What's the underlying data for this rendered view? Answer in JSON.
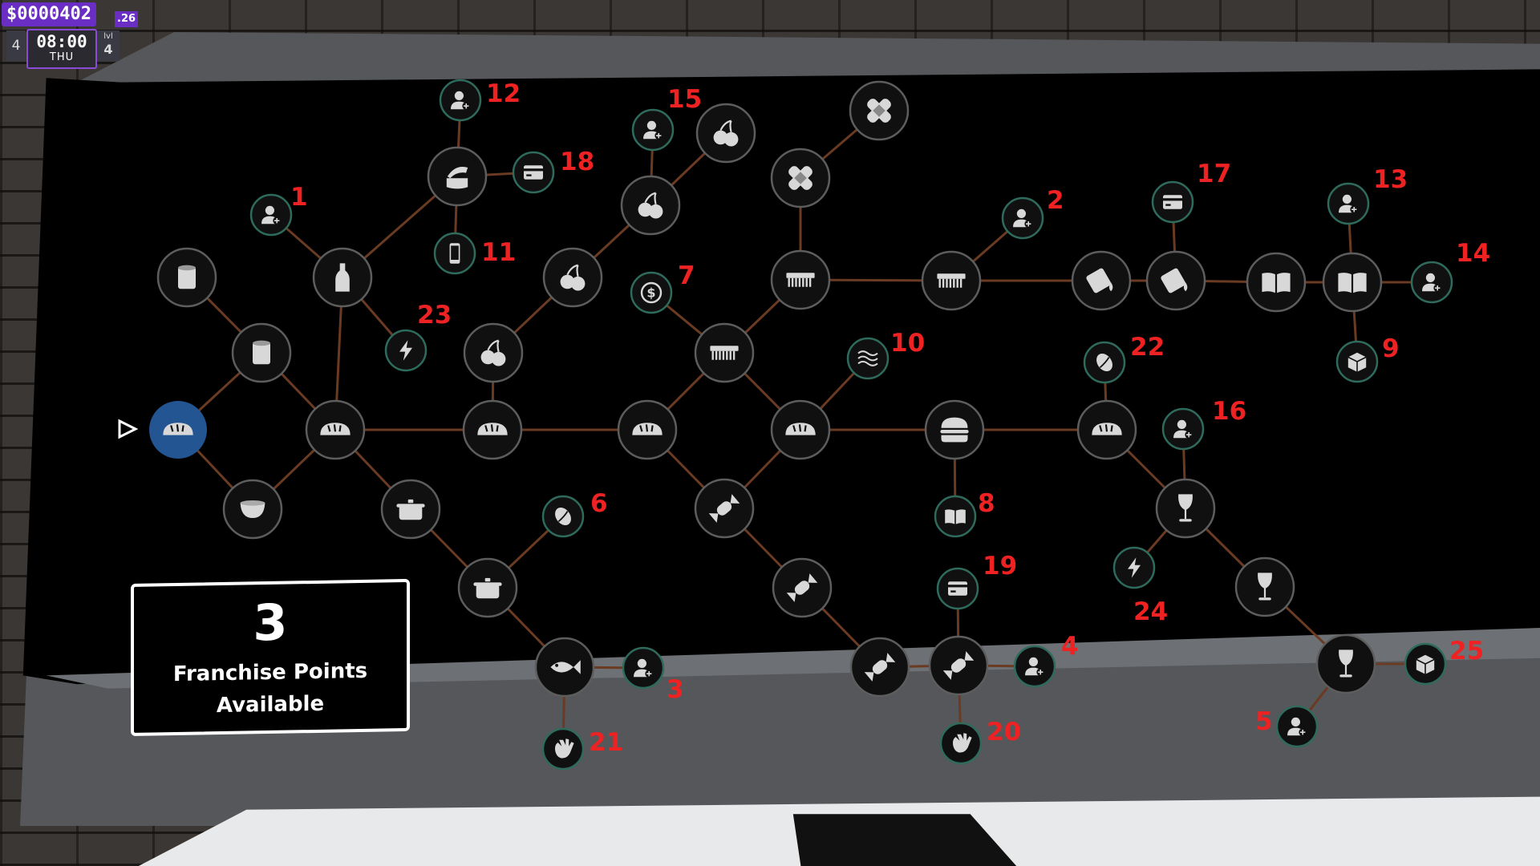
{
  "hud": {
    "money": "$0000402",
    "cents": ".26",
    "day": "4",
    "time": "08:00",
    "day_of_week": "THU",
    "level_label": "lvl",
    "level": "4"
  },
  "franchise": {
    "points": "3",
    "label": "Franchise Points Available"
  },
  "graph": {
    "nodes": [
      {
        "id": "start",
        "icon": "bread-icon",
        "kind": "start"
      },
      {
        "id": "n-cup",
        "icon": "cup-icon",
        "kind": "big"
      },
      {
        "id": "n-can1",
        "icon": "can-icon",
        "kind": "big"
      },
      {
        "id": "n-can2",
        "icon": "can-icon",
        "kind": "big"
      },
      {
        "id": "n-bottle",
        "icon": "bottle-icon",
        "kind": "big"
      },
      {
        "id": "n-canopen",
        "icon": "can-opener-icon",
        "kind": "big"
      },
      {
        "id": "n-bread2",
        "icon": "bread-icon",
        "kind": "big"
      },
      {
        "id": "n-pot1",
        "icon": "pot-icon",
        "kind": "big"
      },
      {
        "id": "n-pot2",
        "icon": "pot-icon",
        "kind": "big"
      },
      {
        "id": "n-fish",
        "icon": "fish-icon",
        "kind": "big"
      },
      {
        "id": "n-bread3",
        "icon": "bread-icon",
        "kind": "big"
      },
      {
        "id": "n-cherry1",
        "icon": "cherry-icon",
        "kind": "big"
      },
      {
        "id": "n-cherry2",
        "icon": "cherry-icon",
        "kind": "big"
      },
      {
        "id": "n-cherry3",
        "icon": "cherry-icon",
        "kind": "big"
      },
      {
        "id": "n-cherry4",
        "icon": "cherry-icon",
        "kind": "big"
      },
      {
        "id": "n-bread4",
        "icon": "bread-icon",
        "kind": "big"
      },
      {
        "id": "n-comb1",
        "icon": "comb-icon",
        "kind": "big"
      },
      {
        "id": "n-comb2",
        "icon": "comb-icon",
        "kind": "big"
      },
      {
        "id": "n-bandage1",
        "icon": "bandage-icon",
        "kind": "big"
      },
      {
        "id": "n-bandage2",
        "icon": "bandage-icon",
        "kind": "big"
      },
      {
        "id": "n-bread5",
        "icon": "bread-icon",
        "kind": "big"
      },
      {
        "id": "n-candy1",
        "icon": "candy-icon",
        "kind": "big"
      },
      {
        "id": "n-candy2",
        "icon": "candy-icon",
        "kind": "big"
      },
      {
        "id": "n-candy3",
        "icon": "candy-icon",
        "kind": "big"
      },
      {
        "id": "n-candy4",
        "icon": "candy-icon",
        "kind": "big"
      },
      {
        "id": "n-burger",
        "icon": "burger-icon",
        "kind": "big"
      },
      {
        "id": "n-comb3",
        "icon": "comb-icon",
        "kind": "big"
      },
      {
        "id": "n-soap1",
        "icon": "soap-icon",
        "kind": "big"
      },
      {
        "id": "n-soap2",
        "icon": "soap-icon",
        "kind": "big"
      },
      {
        "id": "n-book1",
        "icon": "book-icon",
        "kind": "big"
      },
      {
        "id": "n-book2",
        "icon": "book-icon",
        "kind": "big"
      },
      {
        "id": "n-bread6",
        "icon": "bread-icon",
        "kind": "big"
      },
      {
        "id": "n-wine1",
        "icon": "wine-icon",
        "kind": "big"
      },
      {
        "id": "n-wine2",
        "icon": "wine-icon",
        "kind": "big"
      },
      {
        "id": "n-wine3",
        "icon": "wine-icon",
        "kind": "big"
      },
      {
        "id": "u1",
        "icon": "person-add-icon",
        "kind": "small",
        "label": "1"
      },
      {
        "id": "u2",
        "icon": "person-add-icon",
        "kind": "small",
        "label": "2"
      },
      {
        "id": "u3",
        "icon": "person-add-icon",
        "kind": "small",
        "label": "3"
      },
      {
        "id": "u4",
        "icon": "person-add-icon",
        "kind": "small",
        "label": "4"
      },
      {
        "id": "u5",
        "icon": "person-add-icon",
        "kind": "small",
        "label": "5"
      },
      {
        "id": "u6",
        "icon": "coffee-bean-icon",
        "kind": "small",
        "label": "6"
      },
      {
        "id": "u7",
        "icon": "dollar-coin-icon",
        "kind": "small",
        "label": "7"
      },
      {
        "id": "u8",
        "icon": "book-icon",
        "kind": "small",
        "label": "8"
      },
      {
        "id": "u9",
        "icon": "box-icon",
        "kind": "small",
        "label": "9"
      },
      {
        "id": "u10",
        "icon": "waves-icon",
        "kind": "small",
        "label": "10"
      },
      {
        "id": "u11",
        "icon": "phone-icon",
        "kind": "small",
        "label": "11"
      },
      {
        "id": "u12",
        "icon": "person-add-icon",
        "kind": "small",
        "label": "12"
      },
      {
        "id": "u13",
        "icon": "person-add-icon",
        "kind": "small",
        "label": "13"
      },
      {
        "id": "u14",
        "icon": "person-add-icon",
        "kind": "small",
        "label": "14"
      },
      {
        "id": "u15",
        "icon": "person-add-icon",
        "kind": "small",
        "label": "15"
      },
      {
        "id": "u16",
        "icon": "person-add-icon",
        "kind": "small",
        "label": "16"
      },
      {
        "id": "u17",
        "icon": "card-reader-icon",
        "kind": "small",
        "label": "17"
      },
      {
        "id": "u18",
        "icon": "card-reader-icon",
        "kind": "small",
        "label": "18"
      },
      {
        "id": "u19",
        "icon": "card-reader-icon",
        "kind": "small",
        "label": "19"
      },
      {
        "id": "u20",
        "icon": "glove-icon",
        "kind": "small",
        "label": "20"
      },
      {
        "id": "u21",
        "icon": "glove-icon",
        "kind": "small",
        "label": "21"
      },
      {
        "id": "u22",
        "icon": "coffee-bean-icon",
        "kind": "small",
        "label": "22"
      },
      {
        "id": "u23",
        "icon": "lightning-icon",
        "kind": "small",
        "label": "23"
      },
      {
        "id": "u24",
        "icon": "lightning-icon",
        "kind": "small",
        "label": "24"
      },
      {
        "id": "u25",
        "icon": "box-icon",
        "kind": "small",
        "label": "25"
      }
    ],
    "edges": [
      [
        "start",
        "n-can2"
      ],
      [
        "start",
        "n-cup"
      ],
      [
        "n-can2",
        "n-can1"
      ],
      [
        "n-can2",
        "n-bread2"
      ],
      [
        "n-cup",
        "n-bread2"
      ],
      [
        "n-bread2",
        "n-bottle"
      ],
      [
        "n-bottle",
        "u1"
      ],
      [
        "n-bottle",
        "n-canopen"
      ],
      [
        "n-bottle",
        "u23"
      ],
      [
        "n-canopen",
        "u12"
      ],
      [
        "n-canopen",
        "u18"
      ],
      [
        "n-canopen",
        "u11"
      ],
      [
        "n-bread2",
        "n-pot1"
      ],
      [
        "n-bread2",
        "n-bread3"
      ],
      [
        "n-pot1",
        "n-pot2"
      ],
      [
        "n-pot2",
        "u6"
      ],
      [
        "n-pot2",
        "n-fish"
      ],
      [
        "n-fish",
        "u3"
      ],
      [
        "n-fish",
        "u21"
      ],
      [
        "n-bread3",
        "n-cherry1"
      ],
      [
        "n-cherry1",
        "n-cherry2"
      ],
      [
        "n-cherry2",
        "n-cherry3"
      ],
      [
        "n-cherry3",
        "u15"
      ],
      [
        "n-cherry3",
        "n-cherry4"
      ],
      [
        "n-bread3",
        "n-bread4"
      ],
      [
        "n-bread4",
        "n-comb1"
      ],
      [
        "n-comb1",
        "u7"
      ],
      [
        "n-comb1",
        "n-comb2"
      ],
      [
        "n-comb2",
        "n-bandage1"
      ],
      [
        "n-bandage1",
        "n-bandage2"
      ],
      [
        "n-comb2",
        "n-comb3"
      ],
      [
        "n-comb3",
        "u2"
      ],
      [
        "n-comb3",
        "n-soap1"
      ],
      [
        "n-soap1",
        "n-soap2"
      ],
      [
        "n-soap2",
        "u17"
      ],
      [
        "n-soap2",
        "n-book1"
      ],
      [
        "n-book1",
        "n-book2"
      ],
      [
        "n-book2",
        "u13"
      ],
      [
        "n-book2",
        "u14"
      ],
      [
        "n-book2",
        "u9"
      ],
      [
        "n-comb1",
        "n-bread5"
      ],
      [
        "n-bread5",
        "u10"
      ],
      [
        "n-bread4",
        "n-candy1"
      ],
      [
        "n-candy1",
        "n-bread5"
      ],
      [
        "n-candy1",
        "n-candy2"
      ],
      [
        "n-candy2",
        "n-candy3"
      ],
      [
        "n-candy3",
        "n-candy4"
      ],
      [
        "n-candy4",
        "u19"
      ],
      [
        "n-candy4",
        "u4"
      ],
      [
        "n-candy4",
        "u20"
      ],
      [
        "n-bread5",
        "n-burger"
      ],
      [
        "n-burger",
        "u8"
      ],
      [
        "n-burger",
        "n-bread6"
      ],
      [
        "n-bread6",
        "u22"
      ],
      [
        "n-bread6",
        "n-wine1"
      ],
      [
        "n-wine1",
        "u16"
      ],
      [
        "n-wine1",
        "u24"
      ],
      [
        "n-wine1",
        "n-wine2"
      ],
      [
        "n-wine2",
        "n-wine3"
      ],
      [
        "n-wine3",
        "u25"
      ],
      [
        "n-wine3",
        "u5"
      ]
    ]
  }
}
